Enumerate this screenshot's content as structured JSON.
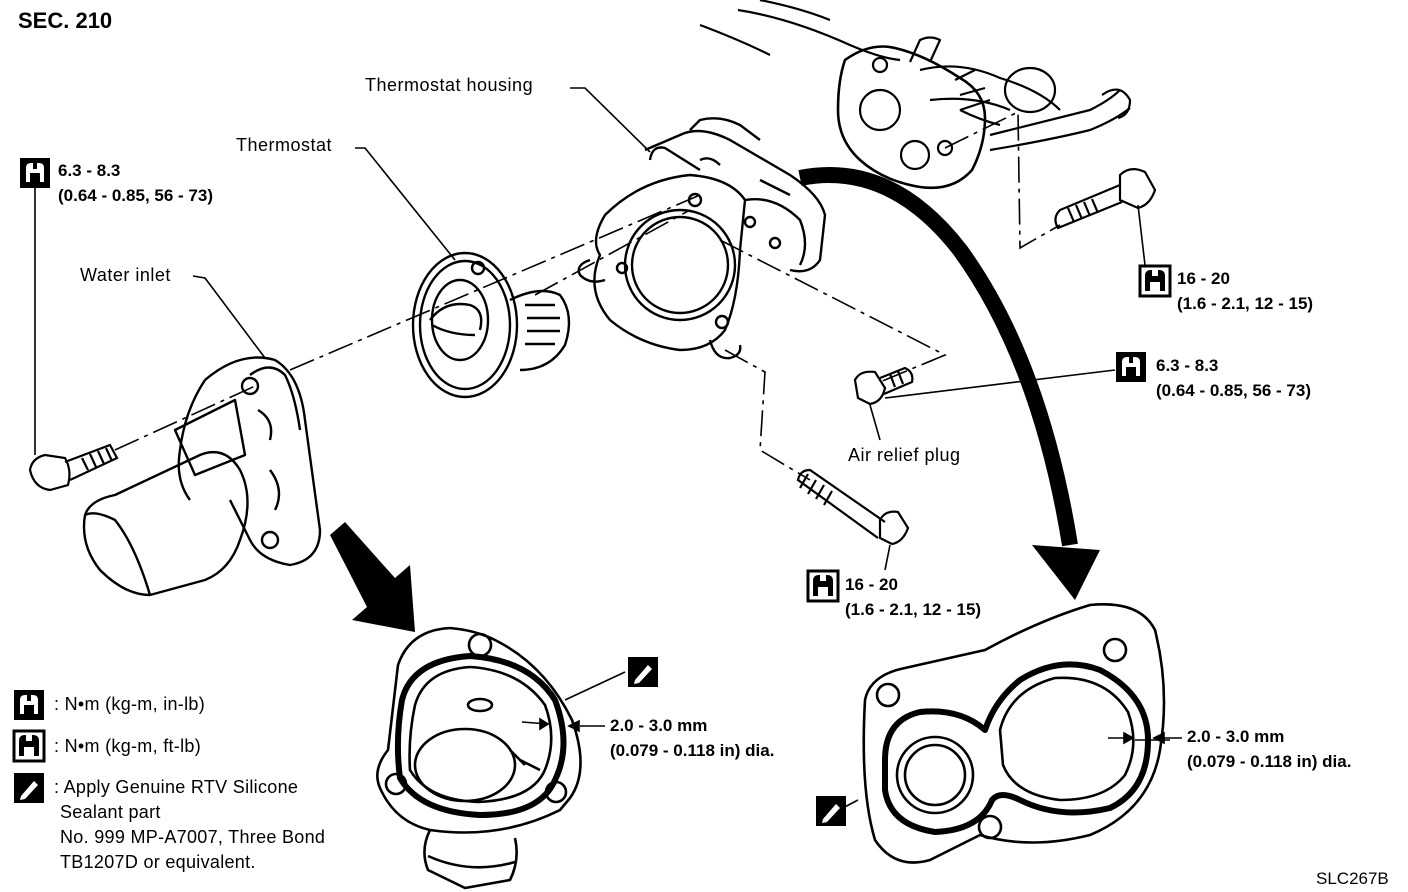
{
  "section": "SEC. 210",
  "figure_code": "SLC267B",
  "labels": {
    "thermostat_housing": "Thermostat housing",
    "thermostat": "Thermostat",
    "water_inlet": "Water inlet",
    "air_relief_plug": "Air relief plug"
  },
  "torques": {
    "water_inlet_bolt": {
      "icon": "torque-wrench-lb-icon",
      "line1": "6.3 - 8.3",
      "line2": "(0.64 - 0.85, 56 - 73)"
    },
    "housing_upper_bolt": {
      "icon": "torque-wrench-ft-icon",
      "line1": "16 - 20",
      "line2": "(1.6 - 2.1, 12 - 15)"
    },
    "air_relief_plug": {
      "icon": "torque-wrench-lb-icon",
      "line1": "6.3 - 8.3",
      "line2": "(0.64 - 0.85, 56 - 73)"
    },
    "housing_lower_bolt": {
      "icon": "torque-wrench-ft-icon",
      "line1": "16 - 20",
      "line2": "(1.6 - 2.1, 12 - 15)"
    }
  },
  "sealant_beads": {
    "inlet": {
      "line1": "2.0 - 3.0 mm",
      "line2": "(0.079 - 0.118 in) dia."
    },
    "housing": {
      "line1": "2.0 - 3.0 mm",
      "line2": "(0.079 - 0.118 in) dia."
    }
  },
  "legend": {
    "lb": ": N•m  (kg-m,  in-lb)",
    "ft": ": N•m  (kg-m,  ft-lb)",
    "sealant_line1": ": Apply Genuine RTV Silicone",
    "sealant_line2": "Sealant part",
    "sealant_line3": "No. 999 MP-A7007, Three Bond",
    "sealant_line4": "TB1207D or equivalent."
  },
  "colors": {
    "ink": "#000000",
    "paper": "#ffffff"
  }
}
